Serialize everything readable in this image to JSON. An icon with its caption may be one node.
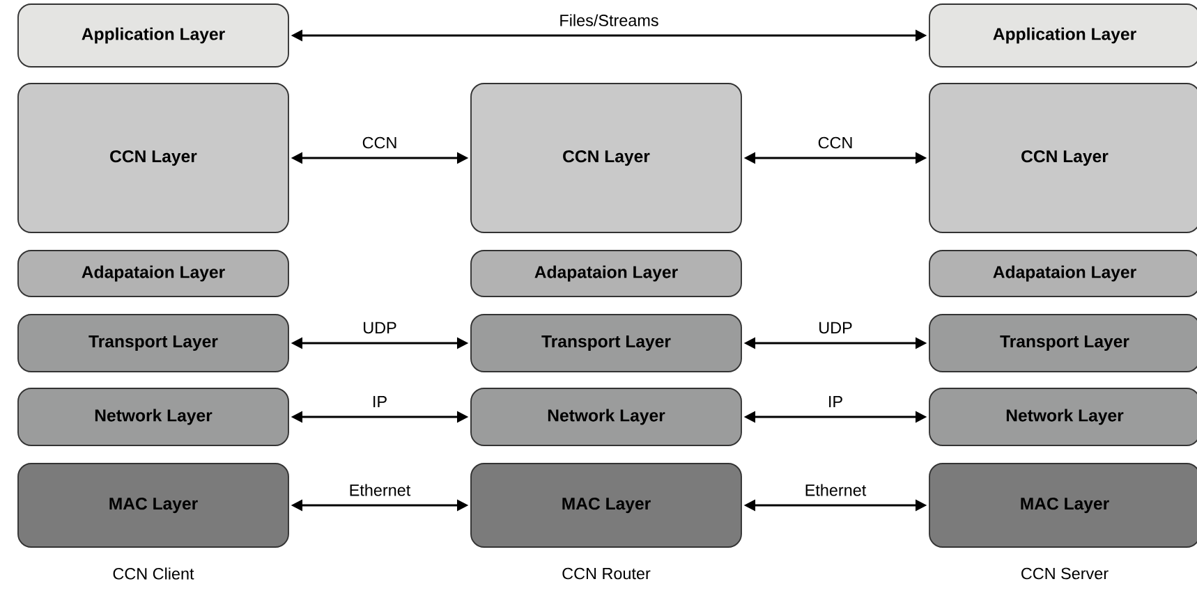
{
  "diagram": {
    "nodes": [
      {
        "text": [
          "Application Layer"
        ]
      },
      {
        "text": [
          "Application Layer"
        ]
      },
      {
        "text": [
          "CCN Layer"
        ]
      },
      {
        "text": [
          "CCN Layer"
        ]
      },
      {
        "text": [
          "CCN Layer"
        ]
      },
      {
        "text": [
          "Adapataion Layer"
        ]
      },
      {
        "text": [
          "Adapataion Layer"
        ]
      },
      {
        "text": [
          "Adapataion Layer"
        ]
      },
      {
        "text": [
          "Transport Layer"
        ]
      },
      {
        "text": [
          "Transport Layer"
        ]
      },
      {
        "text": [
          "Transport Layer"
        ]
      },
      {
        "text": [
          "Network Layer"
        ]
      },
      {
        "text": [
          "Network Layer"
        ]
      },
      {
        "text": [
          "Network Layer"
        ]
      },
      {
        "text": [
          "MAC Layer"
        ]
      },
      {
        "text": [
          "MAC Layer"
        ]
      },
      {
        "text": [
          "MAC Layer"
        ]
      }
    ],
    "edges": [
      {
        "from": 0,
        "to": 1,
        "arrow": "both",
        "label": "Files/Streams"
      },
      {
        "from": 2,
        "to": 3,
        "arrow": "both",
        "label": "CCN"
      },
      {
        "from": 3,
        "to": 4,
        "arrow": "both",
        "label": "CCN"
      },
      {
        "from": 8,
        "to": 9,
        "arrow": "both",
        "label": "UDP"
      },
      {
        "from": 9,
        "to": 10,
        "arrow": "both",
        "label": "UDP"
      },
      {
        "from": 11,
        "to": 12,
        "arrow": "both",
        "label": "IP"
      },
      {
        "from": 12,
        "to": 13,
        "arrow": "both",
        "label": "IP"
      },
      {
        "from": 14,
        "to": 15,
        "arrow": "both",
        "label": "Ethernet"
      },
      {
        "from": 15,
        "to": 16,
        "arrow": "both",
        "label": "Ethernet"
      }
    ],
    "labels": [
      "CCN Client",
      "CCN Router",
      "CCN Server"
    ]
  }
}
